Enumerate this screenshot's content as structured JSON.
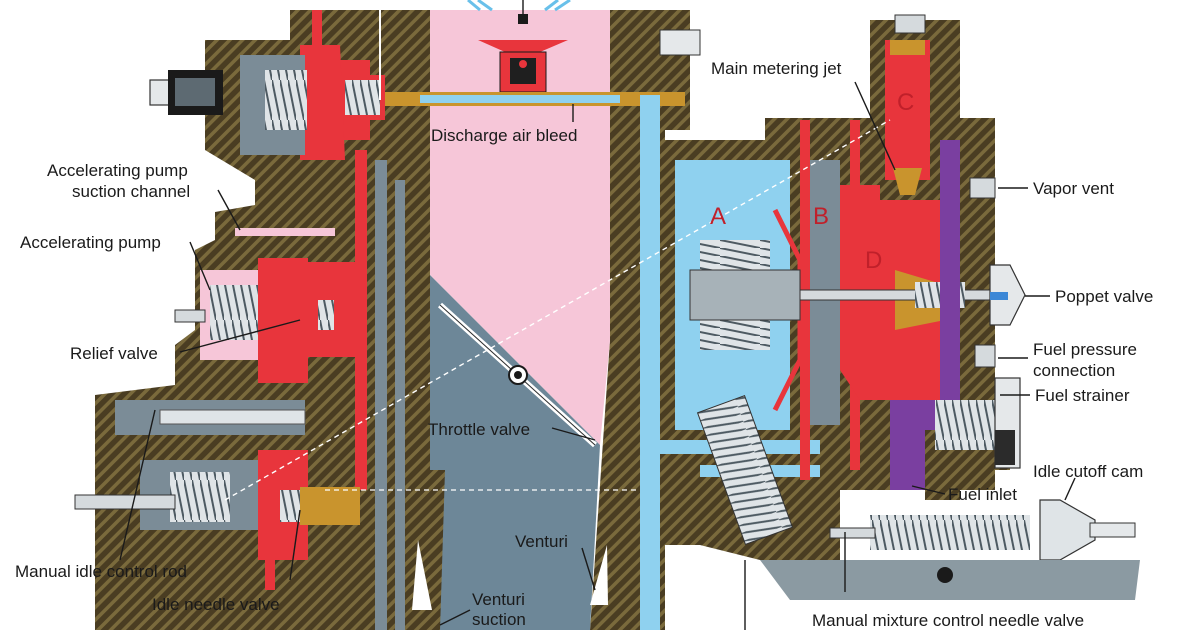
{
  "labels": {
    "main_metering_jet": "Main metering jet",
    "discharge_air_bleed": "Discharge air bleed",
    "accelerating_pump_suction_channel_1": "Accelerating pump",
    "accelerating_pump_suction_channel_2": "suction channel",
    "accelerating_pump": "Accelerating pump",
    "relief_valve": "Relief valve",
    "throttle_valve": "Throttle valve",
    "manual_idle_control_rod": "Manual idle control rod",
    "idle_needle_valve": "Idle needle valve",
    "venturi": "Venturi",
    "venturi_suction_1": "Venturi",
    "venturi_suction_2": "suction",
    "vapor_vent": "Vapor vent",
    "poppet_valve": "Poppet valve",
    "fuel_pressure_connection_1": "Fuel pressure",
    "fuel_pressure_connection_2": "connection",
    "fuel_strainer": "Fuel strainer",
    "fuel_inlet": "Fuel inlet",
    "idle_cutoff_cam": "Idle cutoff cam",
    "manual_mixture_control_needle_valve": "Manual mixture control needle valve"
  },
  "chambers": {
    "a": "A",
    "b": "B",
    "c": "C",
    "d": "D"
  },
  "colors": {
    "body_casting": "#4a3d22",
    "casting_hatch": "#7a6a3c",
    "throat_pink": "#f6c6d8",
    "throat_gray": "#6d8798",
    "fuel_red": "#e8353c",
    "air_blue": "#8fd1ef",
    "chamber_gray": "#7b8c97",
    "fuel_purple": "#7a3fa0",
    "spring_gray": "#aab3b8",
    "brass": "#c9942d"
  }
}
